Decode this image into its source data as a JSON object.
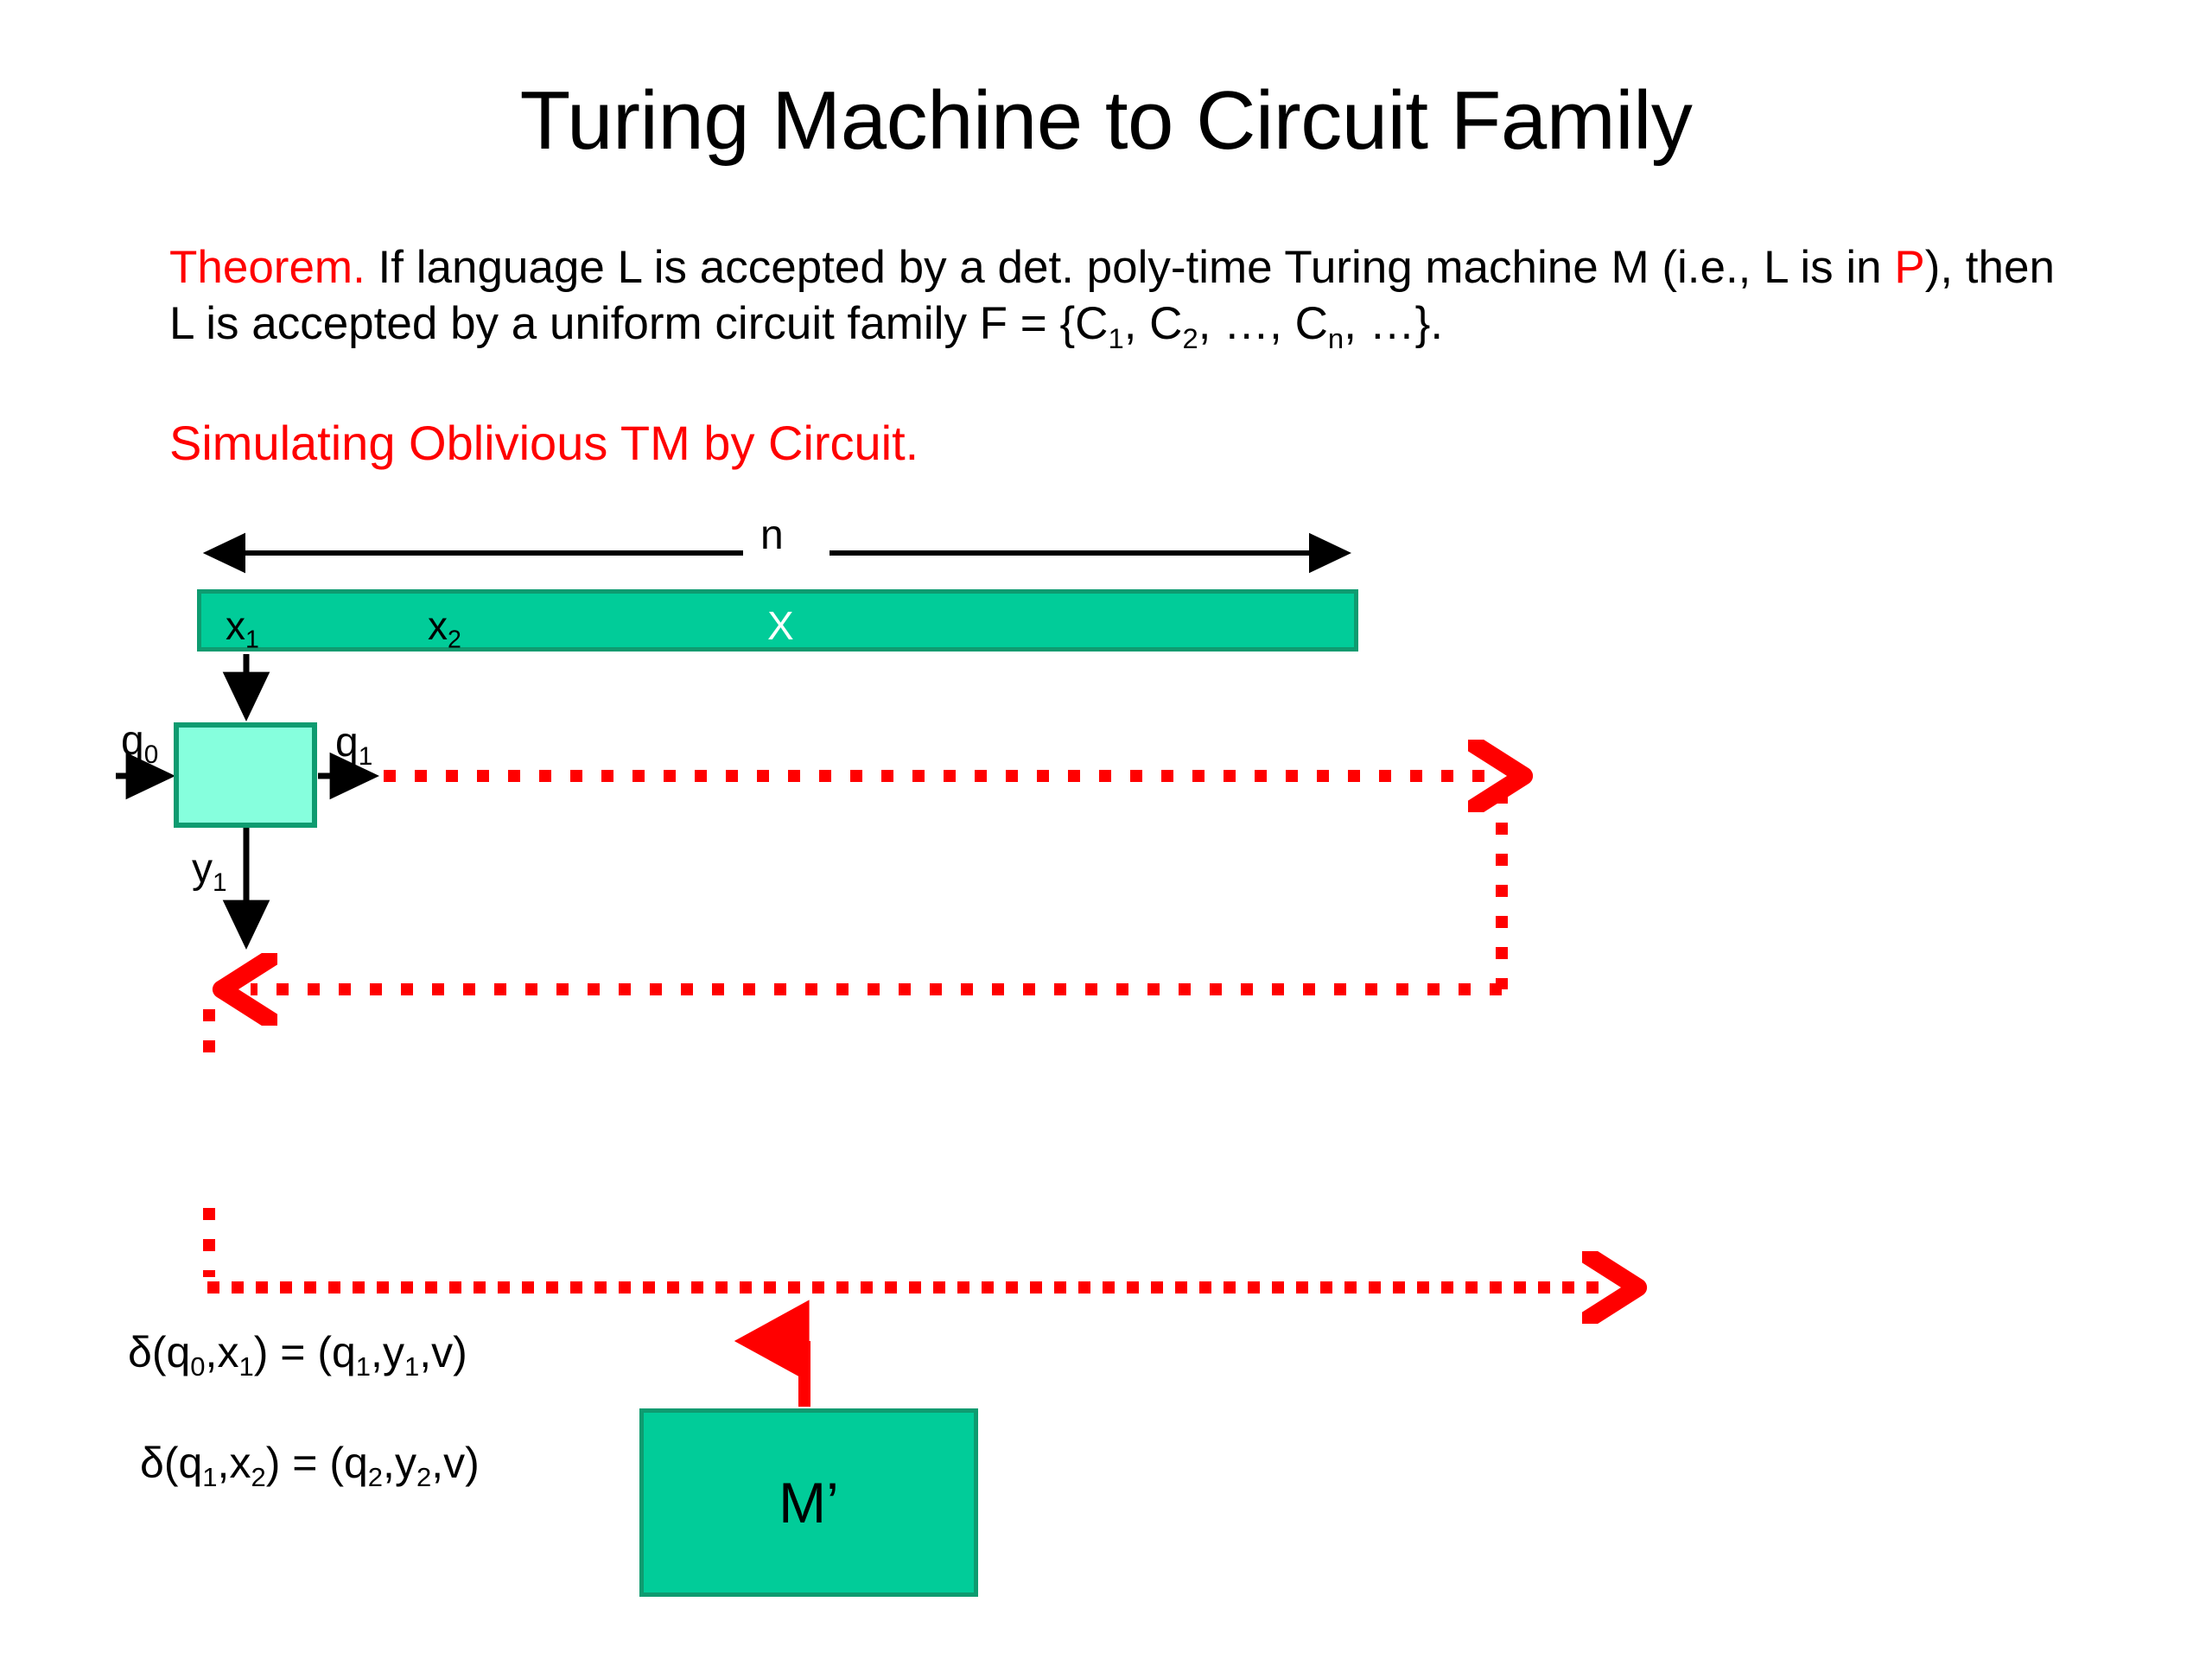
{
  "slide": {
    "title": "Turing Machine to Circuit Family",
    "background_color": "#ffffff"
  },
  "theorem": {
    "keyword": "Theorem.",
    "keyword_color": "#ff0000",
    "text_part_1": " If language L is accepted by a det. poly-time Turing machine M (i.e., L is in ",
    "class_P": "P",
    "class_P_color": "#ff0000",
    "text_part_2": "), then L is accepted by a uniform circuit family F = {C",
    "c_sub_1": "1",
    "text_part_3": ", C",
    "c_sub_2": "2",
    "text_part_4": ", …, C",
    "c_sub_n": "n",
    "text_part_5": ", …}."
  },
  "subheading": {
    "text": "Simulating Oblivious TM by Circuit.",
    "color": "#ff0000"
  },
  "diagram": {
    "tape": {
      "fill_color": "#01CC99",
      "border_color": "#0E9B70",
      "cells": [
        {
          "name": "tape-cell-x1",
          "base": "x",
          "sub": "1",
          "color": "#000000"
        },
        {
          "name": "tape-cell-x2",
          "base": "x",
          "sub": "2",
          "color": "#000000"
        },
        {
          "name": "tape-cell-X",
          "base": "X",
          "sub": "",
          "color": "#ffffff"
        }
      ]
    },
    "length_arrow": {
      "label": "n",
      "color": "#000000"
    },
    "state_box": {
      "fill_color": "#86FFDD",
      "border_color": "#0E9B70"
    },
    "labels": {
      "q0_base": "q",
      "q0_sub": "0",
      "q1_base": "q",
      "q1_sub": "1",
      "y1_base": "y",
      "y1_sub": "1"
    },
    "red_path_color": "#ff0000",
    "black_arrow_color": "#000000",
    "mprime_box": {
      "label": "M’",
      "fill_color": "#01CC99",
      "border_color": "#0E9B70",
      "feed_arrow_color": "#ff0000"
    }
  },
  "transitions": [
    {
      "name": "delta-transition-1",
      "parts": [
        "δ(q",
        "0",
        ",x",
        "1",
        ") = (q",
        "1",
        ",y",
        "1",
        ",v)"
      ]
    },
    {
      "name": "delta-transition-2",
      "parts": [
        "δ(q",
        "1",
        ",x",
        "2",
        ") = (q",
        "2",
        ",y",
        "2",
        ",v)"
      ]
    }
  ]
}
